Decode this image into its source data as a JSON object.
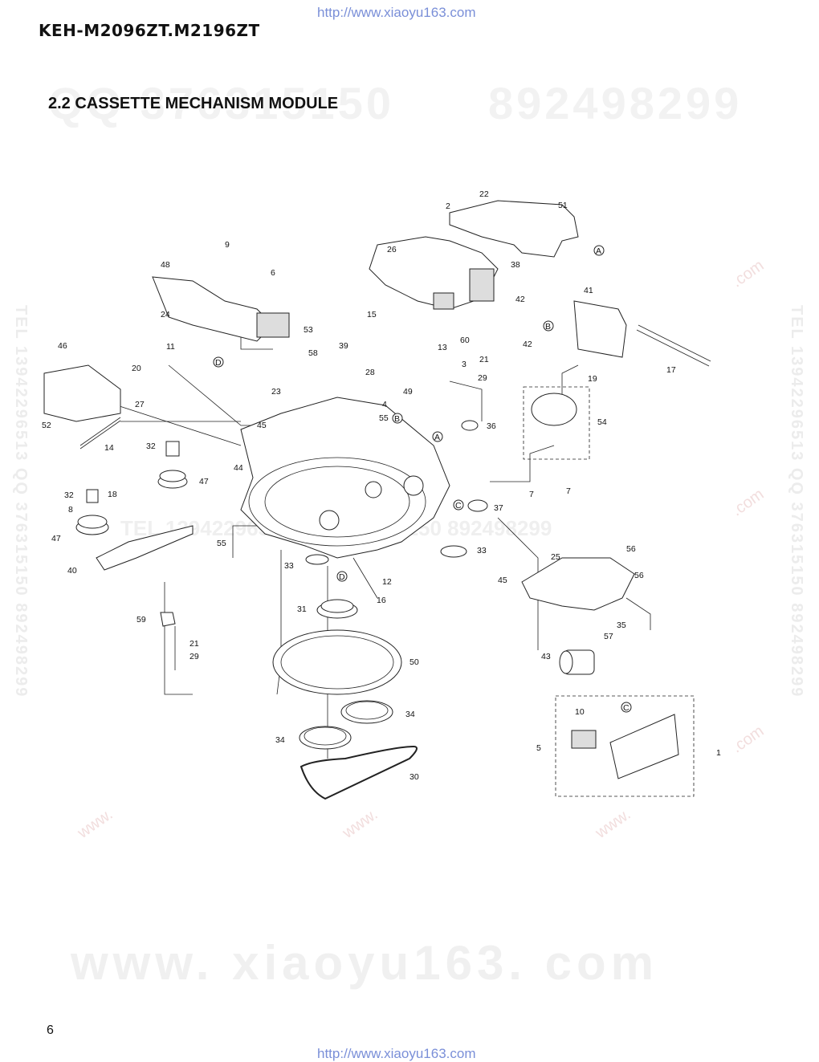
{
  "header": {
    "url_top": "http://www.xiaoyu163.com",
    "model": "KEH-M2096ZT.M2196ZT",
    "section_title": "2.2 CASSETTE MECHANISM MODULE"
  },
  "watermarks": {
    "top_left": "QQ 376315150",
    "top_right": "892498299",
    "middle": "TEL 13942296513   QQ 376315150   892498299",
    "side_left": "TEL 13942296513 QQ 376315150 892498299",
    "side_right": "TEL 13942296513 QQ 376315150 892498299",
    "footer": "www. xiaoyu163. com",
    "small": "www.",
    "small_com": ".com"
  },
  "diagram": {
    "callouts": [
      "1",
      "2",
      "3",
      "4",
      "5",
      "6",
      "7",
      "8",
      "9",
      "10",
      "11",
      "12",
      "13",
      "14",
      "15",
      "16",
      "17",
      "18",
      "19",
      "20",
      "21",
      "22",
      "23",
      "24",
      "25",
      "26",
      "27",
      "28",
      "29",
      "30",
      "31",
      "32",
      "33",
      "34",
      "35",
      "36",
      "37",
      "38",
      "39",
      "40",
      "41",
      "42",
      "43",
      "44",
      "45",
      "46",
      "47",
      "48",
      "49",
      "50",
      "51",
      "52",
      "53",
      "54",
      "55",
      "56",
      "57",
      "58",
      "59",
      "60"
    ],
    "refs": [
      "A",
      "B",
      "C",
      "D"
    ]
  },
  "footer": {
    "page_number": "6",
    "url_bottom": "http://www.xiaoyu163.com"
  }
}
